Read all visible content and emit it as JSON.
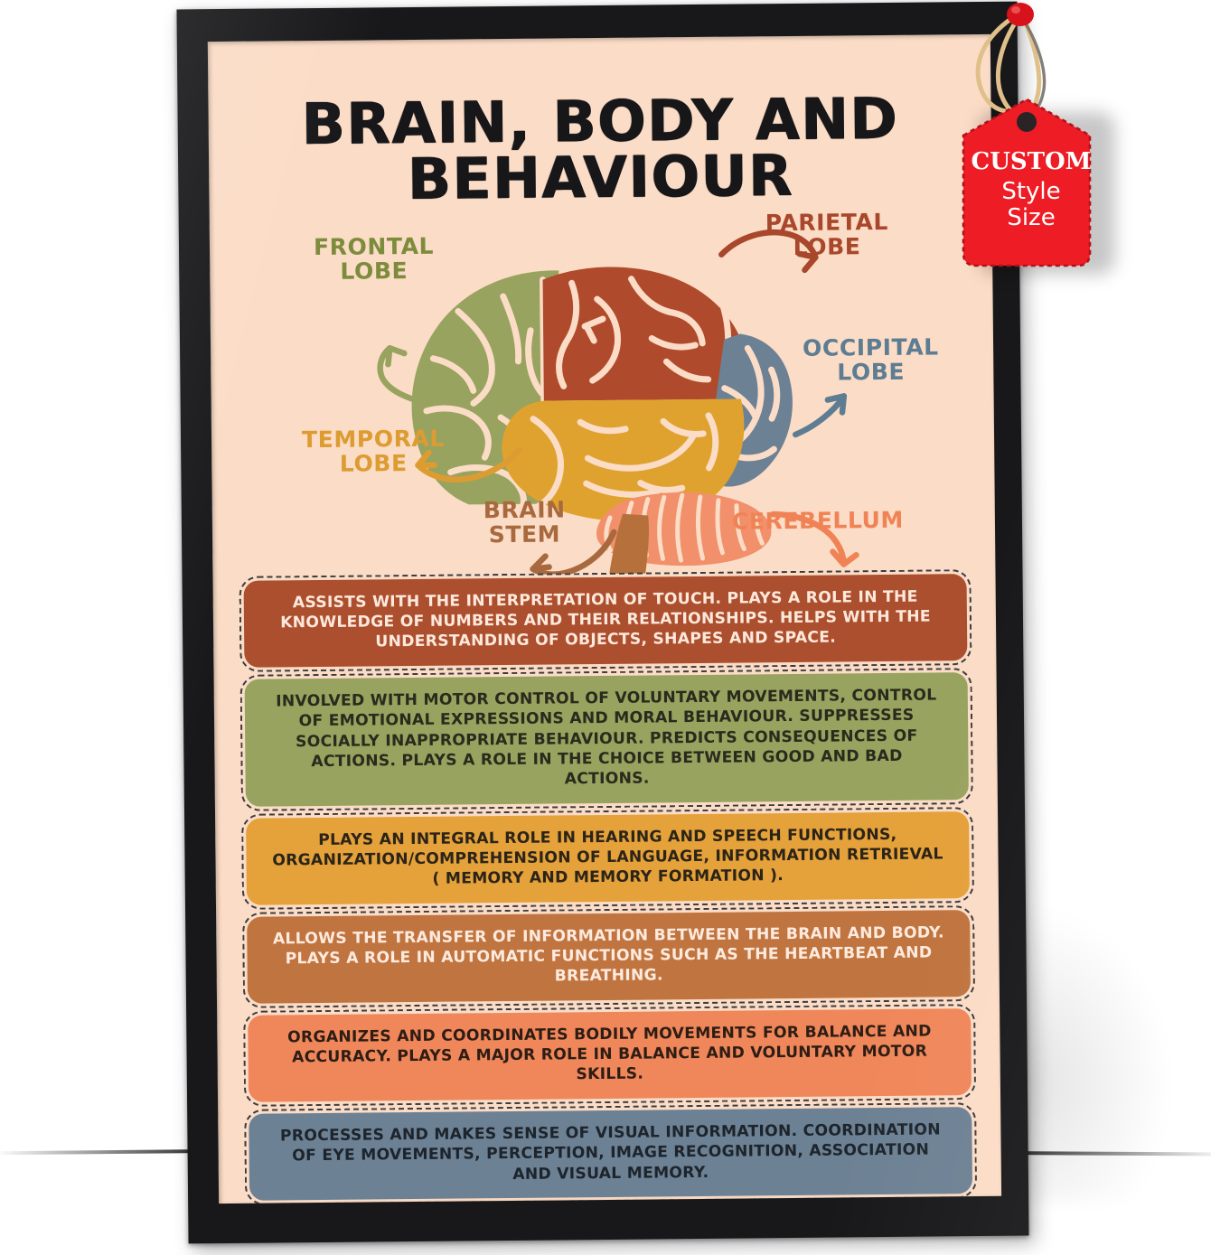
{
  "poster": {
    "title_line1": "BRAIN, BODY AND",
    "title_line2": "BEHAVIOUR",
    "background_color": "#fbdcc6",
    "frame_color": "#18181a"
  },
  "diagram": {
    "name": "labeled-brain-lobes-diagram",
    "labels": [
      {
        "id": "frontal",
        "text": "FRONTAL\nLOBE",
        "color": "#7d8c3c"
      },
      {
        "id": "parietal",
        "text": "PARIETAL\nLOBE",
        "color": "#a8472b"
      },
      {
        "id": "occipital",
        "text": "OCCIPITAL\nLOBE",
        "color": "#5e7d92"
      },
      {
        "id": "temporal",
        "text": "TEMPORAL\nLOBE",
        "color": "#dd9c31"
      },
      {
        "id": "brainstem",
        "text": "BRAIN\nSTEM",
        "color": "#a8693f"
      },
      {
        "id": "cerebellum",
        "text": "CEREBELLUM",
        "color": "#f08356"
      }
    ],
    "region_colors": {
      "frontal_lobe": "#98a35f",
      "parietal_lobe": "#b04a2c",
      "occipital_lobe": "#6d8194",
      "temporal_lobe": "#e0a22e",
      "cerebellum": "#f1906a",
      "brain_stem": "#b5703c"
    }
  },
  "descriptions": [
    {
      "id": "parietal-lobe-description",
      "bg": "#ac4f2e",
      "fg": "#fde9dc",
      "text": "ASSISTS WITH THE INTERPRETATION OF TOUCH. PLAYS A ROLE IN THE KNOWLEDGE OF NUMBERS AND THEIR RELATIONSHIPS. HELPS WITH THE UNDERSTANDING OF OBJECTS, SHAPES AND SPACE."
    },
    {
      "id": "frontal-lobe-description",
      "bg": "#98a35f",
      "fg": "#2a2a1d",
      "text": "INVOLVED WITH MOTOR CONTROL OF VOLUNTARY MOVEMENTS, CONTROL OF EMOTIONAL EXPRESSIONS AND MORAL BEHAVIOUR. SUPPRESSES SOCIALLY INAPPROPRIATE BEHAVIOUR. PREDICTS CONSEQUENCES OF ACTIONS. PLAYS A ROLE IN THE CHOICE BETWEEN GOOD AND BAD ACTIONS."
    },
    {
      "id": "temporal-lobe-description",
      "bg": "#e5a13a",
      "fg": "#2b2418",
      "text": "PLAYS AN INTEGRAL ROLE IN HEARING AND SPEECH FUNCTIONS, ORGANIZATION/COMPREHENSION OF LANGUAGE, INFORMATION RETRIEVAL ( MEMORY AND MEMORY FORMATION )."
    },
    {
      "id": "brain-stem-description",
      "bg": "#c0743f",
      "fg": "#fdeade",
      "text": "ALLOWS THE TRANSFER OF INFORMATION BETWEEN THE BRAIN AND BODY. PLAYS A ROLE IN AUTOMATIC FUNCTIONS SUCH AS THE HEARTBEAT AND BREATHING."
    },
    {
      "id": "cerebellum-description",
      "bg": "#f0875a",
      "fg": "#2d1d14",
      "text": "ORGANIZES AND COORDINATES BODILY MOVEMENTS FOR BALANCE AND ACCURACY. PLAYS A MAJOR ROLE IN BALANCE AND VOLUNTARY MOTOR SKILLS."
    },
    {
      "id": "occipital-lobe-description",
      "bg": "#6d8194",
      "fg": "#1d242b",
      "text": "PROCESSES AND MAKES SENSE OF VISUAL INFORMATION. COORDINATION OF EYE MOVEMENTS, PERCEPTION, IMAGE RECOGNITION, ASSOCIATION AND VISUAL MEMORY."
    }
  ],
  "price_tag": {
    "custom": "CUSTOM",
    "style": "Style",
    "size": "Size",
    "tag_color": "#ee1c25",
    "string_color": "#e0c08a",
    "bead_color": "#d8121a"
  }
}
